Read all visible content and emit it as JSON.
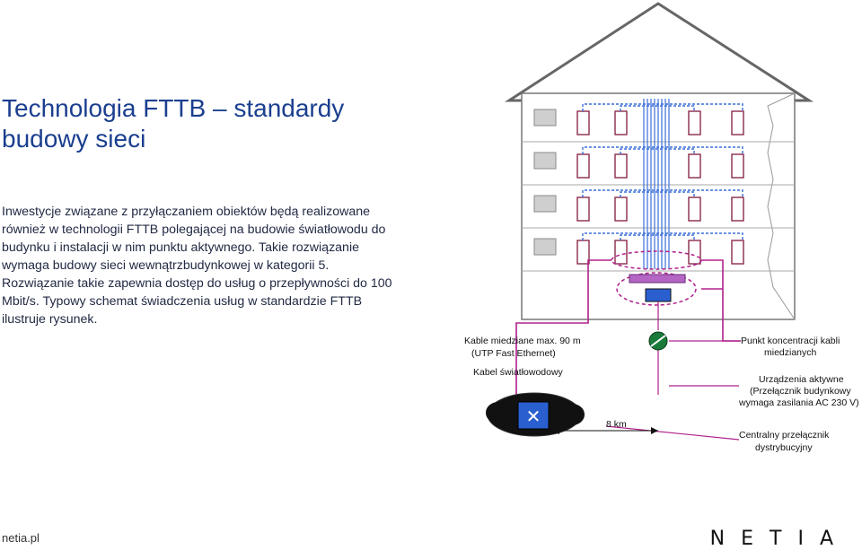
{
  "title": {
    "line1": "Technologia FTTB – standardy",
    "line2": "budowy sieci"
  },
  "body": "Inwestycje związane z przyłączaniem obiektów będą realizowane również w technologii FTTB polegającej na budowie światłowodu do budynku i instalacji w nim punktu aktywnego. Takie rozwiązanie wymaga budowy sieci wewnątrzbudynkowej w kategorii 5. Rozwiązanie takie zapewnia dostęp do usług o przepływności do 100 Mbit/s. Typowy schemat świadczenia usług w standardzie FTTB ilustruje rysunek.",
  "diagram": {
    "label_copper_1": "Kable miedziane max. 90 m",
    "label_copper_2": "(UTP Fast Ethernet)",
    "label_fiber": "Kabel światłowodowy",
    "label_concentration_1": "Punkt koncentracji kabli",
    "label_concentration_2": "miedzianych",
    "label_active_1": "Urządzenia aktywne",
    "label_active_2": "(Przełącznik budynkowy",
    "label_active_3": "wymaga zasilania AC 230 V)",
    "label_distance": "8 km",
    "label_central_1": "Centralny przełącznik",
    "label_central_2": "dystrybucyjny"
  },
  "footer": {
    "url": "netia.pl",
    "logo": "NETIA"
  },
  "colors": {
    "title": "#1b3f8f",
    "cable_blue": "#3a6fd8",
    "fiber_magenta": "#b0208c",
    "cloud_dark": "#111111",
    "switch_blue": "#2a5fd0"
  }
}
